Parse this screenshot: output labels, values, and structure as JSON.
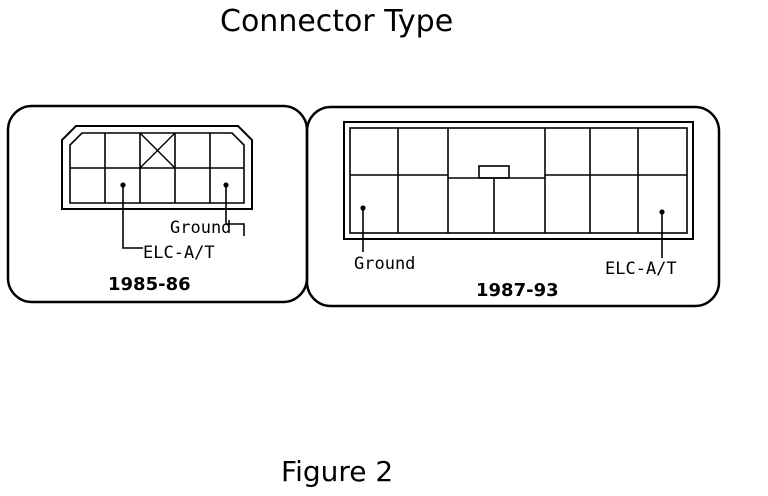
{
  "title": "Connector Type",
  "caption": "Figure 2",
  "left_connector": {
    "year": "1985-86",
    "pin_labels": {
      "ground": "Ground",
      "elc": "ELC-A/T"
    }
  },
  "right_connector": {
    "year": "1987-93",
    "pin_labels": {
      "ground": "Ground",
      "elc": "ELC-A/T"
    }
  },
  "colors": {
    "ink": "#000000",
    "paper": "#ffffff"
  }
}
